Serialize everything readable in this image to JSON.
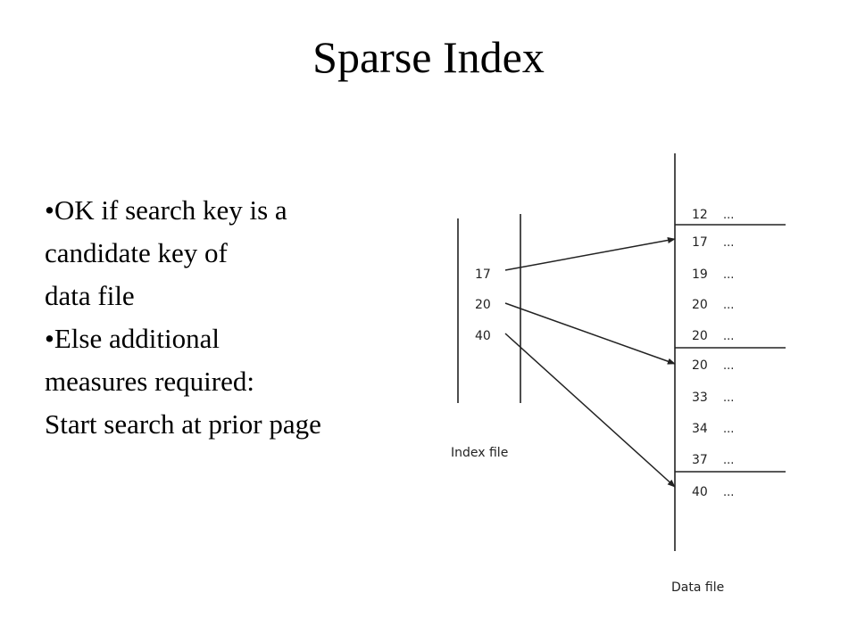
{
  "slide": {
    "title": "Sparse Index"
  },
  "bullets": [
    [
      "•OK if search key is a",
      "candidate key of",
      "data file"
    ],
    [
      "•Else additional",
      "measures required:",
      "Start search at prior page"
    ]
  ],
  "index_file": {
    "label": "Index file",
    "keys": [
      "17",
      "20",
      "40"
    ]
  },
  "data_file": {
    "label": "Data file",
    "records": [
      "12",
      "17",
      "19",
      "20",
      "20",
      "20",
      "33",
      "34",
      "37",
      "40"
    ],
    "ellipsis": "...",
    "page_starts": [
      "17",
      "20",
      "40"
    ]
  }
}
